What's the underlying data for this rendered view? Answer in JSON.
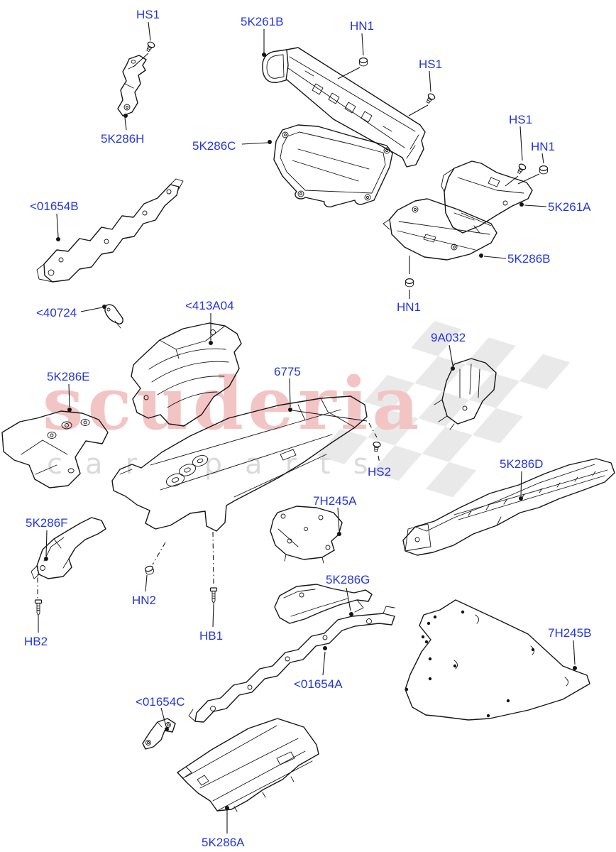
{
  "watermark": {
    "brand": "scuderia",
    "tagline": "car parts",
    "brand_color": "#f3c4c4",
    "tagline_color": "#dadada",
    "flag_color": "#e9e9e9"
  },
  "diagram": {
    "label_color": "#2435df",
    "line_color": "#161616",
    "background": "#ffffff",
    "callouts": [
      {
        "text": "HS1"
      },
      {
        "text": "5K261B"
      },
      {
        "text": "HN1"
      },
      {
        "text": "HS1"
      },
      {
        "text": "HS1"
      },
      {
        "text": "HN1"
      },
      {
        "text": "5K286H"
      },
      {
        "text": "5K286C"
      },
      {
        "text": "<01654B"
      },
      {
        "text": "5K261A"
      },
      {
        "text": "5K286B"
      },
      {
        "text": "HN1"
      },
      {
        "text": "<40724"
      },
      {
        "text": "<413A04"
      },
      {
        "text": "9A032"
      },
      {
        "text": "5K286E"
      },
      {
        "text": "6775"
      },
      {
        "text": "HS2"
      },
      {
        "text": "5K286D"
      },
      {
        "text": "7H245A"
      },
      {
        "text": "5K286F"
      },
      {
        "text": "HN2"
      },
      {
        "text": "5K286G"
      },
      {
        "text": "HB2"
      },
      {
        "text": "HB1"
      },
      {
        "text": "<01654A"
      },
      {
        "text": "7H245B"
      },
      {
        "text": "<01654C"
      },
      {
        "text": "5K286A"
      }
    ]
  }
}
